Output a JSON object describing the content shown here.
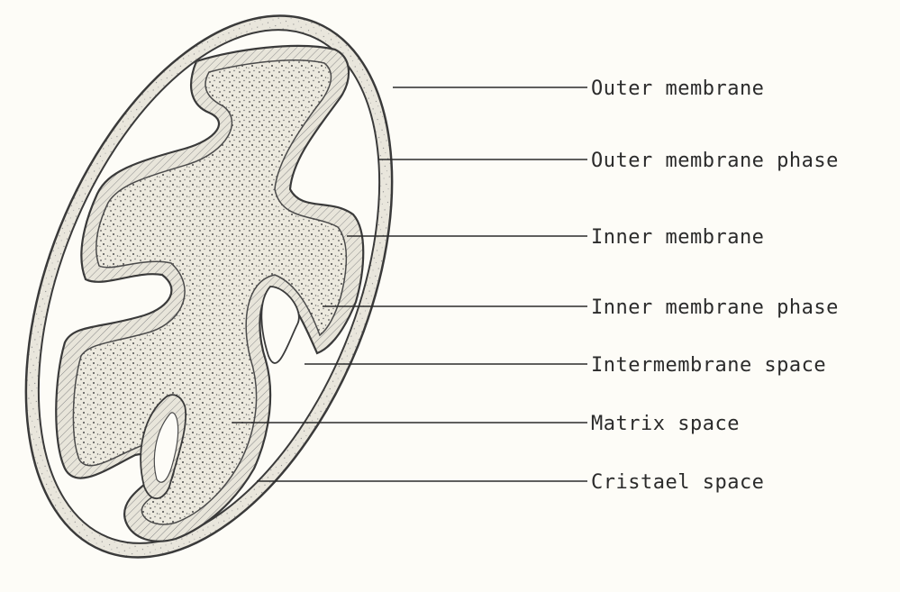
{
  "labels": {
    "outer_membrane": "Outer membrane",
    "outer_membrane_phase": "Outer membrane phase",
    "inner_membrane": "Inner membrane",
    "inner_membrane_phase": "Inner membrane phase",
    "intermembrane_space": "Intermembrane space",
    "matrix_space": "Matrix space",
    "cristael_space": "Cristael space"
  },
  "colors": {
    "ink": "#3a3a3a",
    "paper": "#fdfcf7",
    "membrane_fill": "#e4e1d6",
    "matrix_fill": "#ece9de"
  }
}
